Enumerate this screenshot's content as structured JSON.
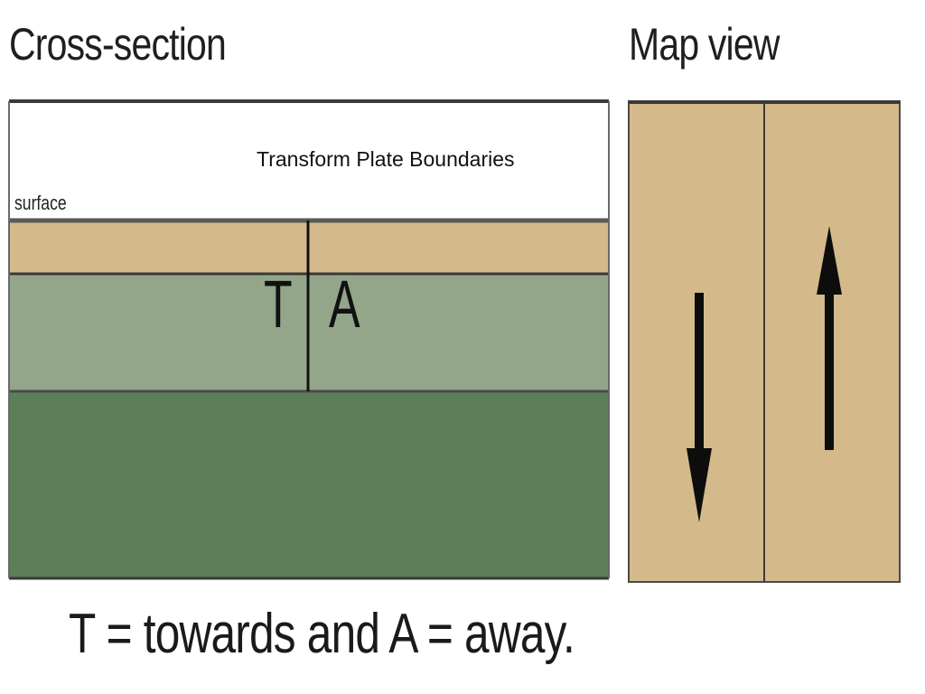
{
  "cross_section": {
    "title": "Cross-section",
    "surface_label": "surface",
    "left_side_label": "T",
    "right_side_label": "A"
  },
  "map_view": {
    "title": "Map view",
    "left_block_motion": "down-arrow-icon",
    "right_block_motion": "up-arrow-icon"
  },
  "slide_title": "Transform Plate Boundaries",
  "caption": "T = towards and A = away.",
  "colors": {
    "crust_tan": "#d4b98a",
    "upper_mantle_sage": "#93a68a",
    "lower_mantle_green": "#5c7e58",
    "boundary_dark": "#2b2b2b",
    "arrow_black": "#0d0d0d"
  }
}
